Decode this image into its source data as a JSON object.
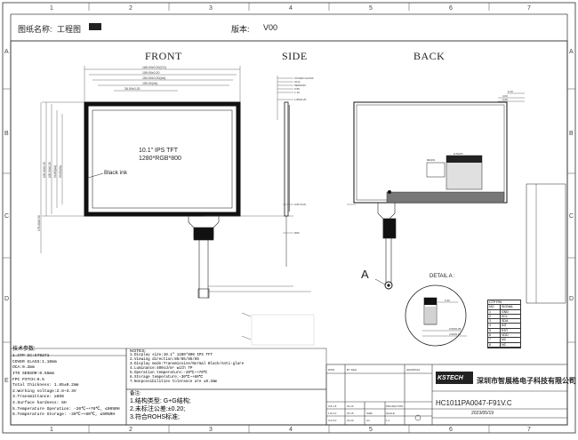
{
  "header": {
    "drawing_name_label": "图纸名称:",
    "drawing_name_value": "工程图",
    "version_label": "版本:",
    "version_value": "V00"
  },
  "views": {
    "front": "FRONT",
    "side": "SIDE",
    "back": "BACK"
  },
  "front": {
    "display_text_1": "10.1\" IPS TFT",
    "display_text_2": "1280*RGB*800",
    "black_ink_label": "Black ink"
  },
  "detail_label": "DETAIL A :",
  "detail_marker": "A",
  "zones": {
    "top": [
      "1",
      "2",
      "3",
      "4",
      "5",
      "6",
      "7"
    ],
    "bottom": [
      "1",
      "2",
      "3",
      "4",
      "5",
      "6",
      "7"
    ],
    "left": [
      "A",
      "B",
      "C",
      "D",
      "E"
    ],
    "right": [
      "A",
      "B",
      "C",
      "D",
      "E"
    ]
  },
  "tech_params": {
    "title": "技术参数:",
    "rows": [
      "1.CTP IC:GT9271",
      "COVER GLASS:1.10mm",
      "OCA:0.2mm",
      "ITO SENSOR:0.55mm",
      "FPC PITCH:0.5",
      "Total thickness: 1.85±0.2mm",
      "2.Working voltage:2.8~3.3V",
      "3.Transmittance: ≥85%",
      "4.Surface hardness: 6H",
      "5.Temperature Operation: -20℃~+70℃, ≤90%RH",
      "6.Temperature Storage: -30℃~+80℃, ≤90%RH"
    ]
  },
  "notes": {
    "title": "NOTES:",
    "rows": [
      "1.Display size:10.1\" 1280*800 IPS TFT",
      "2.Viewing direction:85/85/85/85",
      "3.Display mode:Transmissive/Normal Black/Anti-glare",
      "4.Luminance:400cd/m² with TP",
      "5.Operation temperature:-20℃~+70℃",
      "6.Storage temperature:-30℃~+80℃",
      "7.Nonpossibilities tolerance are ±0.2mm"
    ]
  },
  "remarks": {
    "title": "备注:",
    "rows": [
      "1.结构类型: G+G结构;",
      "2.未标注公差:±0.20;",
      "3.符合ROHS标准;"
    ]
  },
  "title_block": {
    "company": "深圳市智展格电子科技有限公司",
    "part_number": "HC1011PA0047-F91V.C",
    "date": "2023/05/19",
    "logo_text": "KSTECH"
  },
  "pin_table": {
    "title": "CTP PIN",
    "headers": [
      "NO.",
      "SIGNAL"
    ],
    "rows": [
      [
        "1",
        "GND"
      ],
      [
        "2",
        "SCL"
      ],
      [
        "3",
        "SDA"
      ],
      [
        "4",
        "INT"
      ],
      [
        "5",
        "RST"
      ],
      [
        "6",
        "VDD"
      ],
      [
        "7",
        "NC"
      ],
      [
        "8",
        "NC"
      ]
    ]
  }
}
